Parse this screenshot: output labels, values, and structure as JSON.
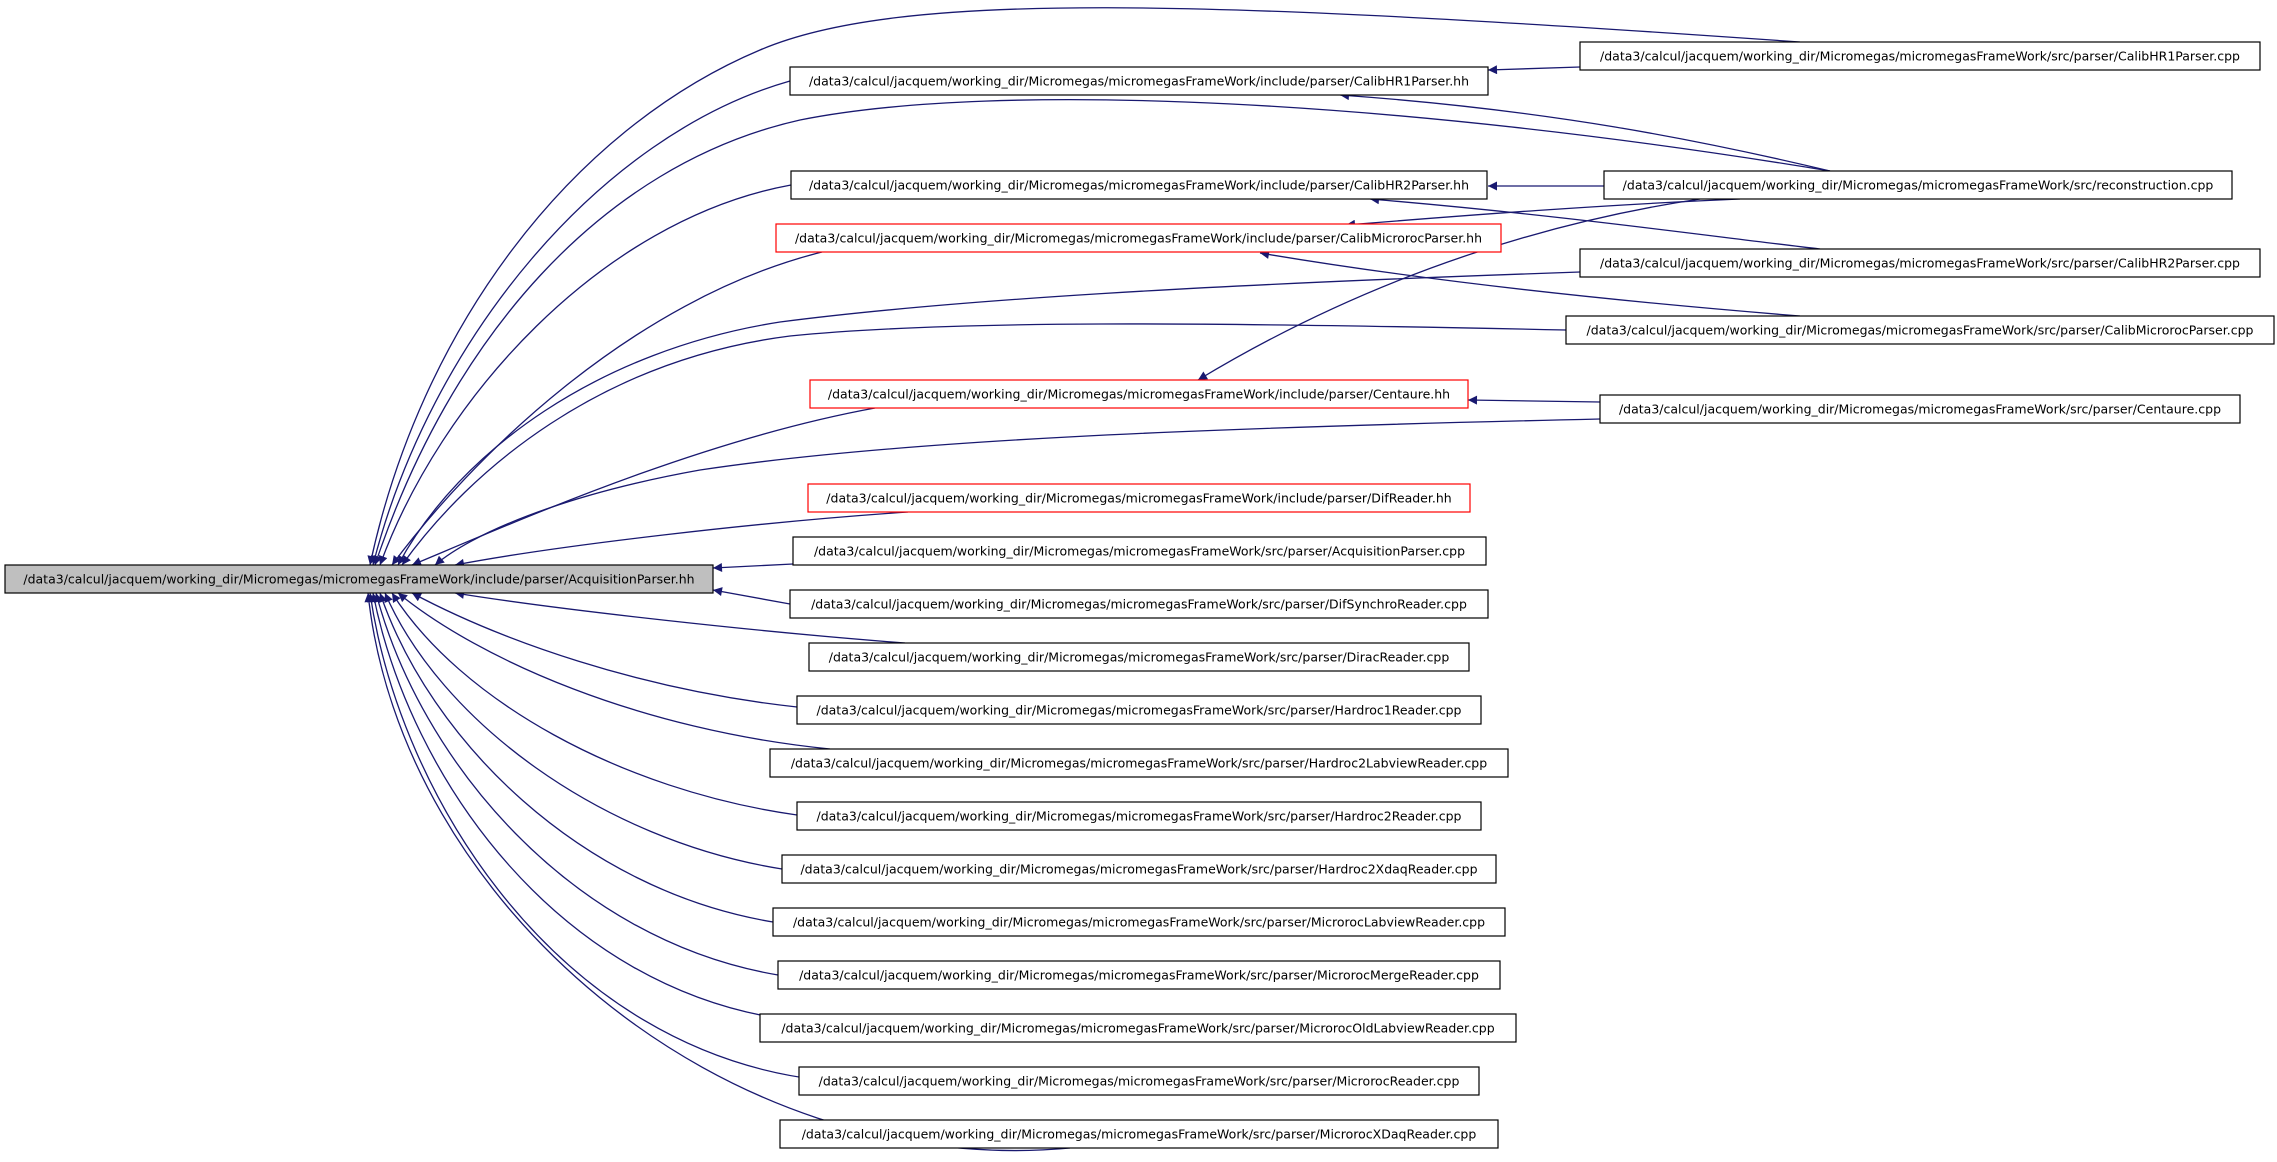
{
  "colors": {
    "edge": "#191970",
    "node_border": "#000000",
    "highlight_border": "#ff0000",
    "root_fill": "#bfbfbf",
    "node_fill": "#ffffff"
  },
  "nodes": [
    {
      "id": "root",
      "label": "/data3/calcul/jacquem/working_dir/Micromegas/micromegasFrameWork/include/parser/AcquisitionParser.hh",
      "style": "root"
    },
    {
      "id": "calibhr1_hh",
      "label": "/data3/calcul/jacquem/working_dir/Micromegas/micromegasFrameWork/include/parser/CalibHR1Parser.hh",
      "style": "normal"
    },
    {
      "id": "calibhr2_hh",
      "label": "/data3/calcul/jacquem/working_dir/Micromegas/micromegasFrameWork/include/parser/CalibHR2Parser.hh",
      "style": "normal"
    },
    {
      "id": "calibmic_hh",
      "label": "/data3/calcul/jacquem/working_dir/Micromegas/micromegasFrameWork/include/parser/CalibMicrorocParser.hh",
      "style": "highlight"
    },
    {
      "id": "centaure_hh",
      "label": "/data3/calcul/jacquem/working_dir/Micromegas/micromegasFrameWork/include/parser/Centaure.hh",
      "style": "highlight"
    },
    {
      "id": "difreader_hh",
      "label": "/data3/calcul/jacquem/working_dir/Micromegas/micromegasFrameWork/include/parser/DifReader.hh",
      "style": "highlight"
    },
    {
      "id": "acq_cpp",
      "label": "/data3/calcul/jacquem/working_dir/Micromegas/micromegasFrameWork/src/parser/AcquisitionParser.cpp",
      "style": "normal"
    },
    {
      "id": "difsync_cpp",
      "label": "/data3/calcul/jacquem/working_dir/Micromegas/micromegasFrameWork/src/parser/DifSynchroReader.cpp",
      "style": "normal"
    },
    {
      "id": "dirac_cpp",
      "label": "/data3/calcul/jacquem/working_dir/Micromegas/micromegasFrameWork/src/parser/DiracReader.cpp",
      "style": "normal"
    },
    {
      "id": "hr1_cpp",
      "label": "/data3/calcul/jacquem/working_dir/Micromegas/micromegasFrameWork/src/parser/Hardroc1Reader.cpp",
      "style": "normal"
    },
    {
      "id": "hr2lab_cpp",
      "label": "/data3/calcul/jacquem/working_dir/Micromegas/micromegasFrameWork/src/parser/Hardroc2LabviewReader.cpp",
      "style": "normal"
    },
    {
      "id": "hr2_cpp",
      "label": "/data3/calcul/jacquem/working_dir/Micromegas/micromegasFrameWork/src/parser/Hardroc2Reader.cpp",
      "style": "normal"
    },
    {
      "id": "hr2xdaq_cpp",
      "label": "/data3/calcul/jacquem/working_dir/Micromegas/micromegasFrameWork/src/parser/Hardroc2XdaqReader.cpp",
      "style": "normal"
    },
    {
      "id": "miclab_cpp",
      "label": "/data3/calcul/jacquem/working_dir/Micromegas/micromegasFrameWork/src/parser/MicrorocLabviewReader.cpp",
      "style": "normal"
    },
    {
      "id": "micmerge_cpp",
      "label": "/data3/calcul/jacquem/working_dir/Micromegas/micromegasFrameWork/src/parser/MicrorocMergeReader.cpp",
      "style": "normal"
    },
    {
      "id": "micold_cpp",
      "label": "/data3/calcul/jacquem/working_dir/Micromegas/micromegasFrameWork/src/parser/MicrorocOldLabviewReader.cpp",
      "style": "normal"
    },
    {
      "id": "mic_cpp",
      "label": "/data3/calcul/jacquem/working_dir/Micromegas/micromegasFrameWork/src/parser/MicrorocReader.cpp",
      "style": "normal"
    },
    {
      "id": "micxdaq_cpp",
      "label": "/data3/calcul/jacquem/working_dir/Micromegas/micromegasFrameWork/src/parser/MicrorocXDaqReader.cpp",
      "style": "normal"
    },
    {
      "id": "calibhr1_cpp",
      "label": "/data3/calcul/jacquem/working_dir/Micromegas/micromegasFrameWork/src/parser/CalibHR1Parser.cpp",
      "style": "normal"
    },
    {
      "id": "reco_cpp",
      "label": "/data3/calcul/jacquem/working_dir/Micromegas/micromegasFrameWork/src/reconstruction.cpp",
      "style": "normal"
    },
    {
      "id": "calibhr2_cpp",
      "label": "/data3/calcul/jacquem/working_dir/Micromegas/micromegasFrameWork/src/parser/CalibHR2Parser.cpp",
      "style": "normal"
    },
    {
      "id": "calibmic_cpp",
      "label": "/data3/calcul/jacquem/working_dir/Micromegas/micromegasFrameWork/src/parser/CalibMicrorocParser.cpp",
      "style": "normal"
    },
    {
      "id": "centaure_cpp",
      "label": "/data3/calcul/jacquem/working_dir/Micromegas/micromegasFrameWork/src/parser/Centaure.cpp",
      "style": "normal"
    }
  ],
  "edges": [
    {
      "from": "calibhr1_hh",
      "to": "root"
    },
    {
      "from": "calibhr2_hh",
      "to": "root"
    },
    {
      "from": "calibmic_hh",
      "to": "root"
    },
    {
      "from": "centaure_hh",
      "to": "root"
    },
    {
      "from": "difreader_hh",
      "to": "root"
    },
    {
      "from": "acq_cpp",
      "to": "root"
    },
    {
      "from": "difsync_cpp",
      "to": "root"
    },
    {
      "from": "dirac_cpp",
      "to": "root"
    },
    {
      "from": "hr1_cpp",
      "to": "root"
    },
    {
      "from": "hr2lab_cpp",
      "to": "root"
    },
    {
      "from": "hr2_cpp",
      "to": "root"
    },
    {
      "from": "hr2xdaq_cpp",
      "to": "root"
    },
    {
      "from": "miclab_cpp",
      "to": "root"
    },
    {
      "from": "micmerge_cpp",
      "to": "root"
    },
    {
      "from": "micold_cpp",
      "to": "root"
    },
    {
      "from": "mic_cpp",
      "to": "root"
    },
    {
      "from": "micxdaq_cpp",
      "to": "root"
    },
    {
      "from": "calibhr1_cpp",
      "to": "root"
    },
    {
      "from": "reco_cpp",
      "to": "root"
    },
    {
      "from": "calibhr2_cpp",
      "to": "root"
    },
    {
      "from": "calibmic_cpp",
      "to": "root"
    },
    {
      "from": "centaure_cpp",
      "to": "root"
    },
    {
      "from": "calibhr1_cpp",
      "to": "calibhr1_hh"
    },
    {
      "from": "reco_cpp",
      "to": "calibhr1_hh"
    },
    {
      "from": "reco_cpp",
      "to": "calibhr2_hh"
    },
    {
      "from": "calibhr2_cpp",
      "to": "calibhr2_hh"
    },
    {
      "from": "reco_cpp",
      "to": "calibmic_hh"
    },
    {
      "from": "calibmic_cpp",
      "to": "calibmic_hh"
    },
    {
      "from": "reco_cpp",
      "to": "centaure_hh"
    },
    {
      "from": "centaure_cpp",
      "to": "centaure_hh"
    }
  ]
}
